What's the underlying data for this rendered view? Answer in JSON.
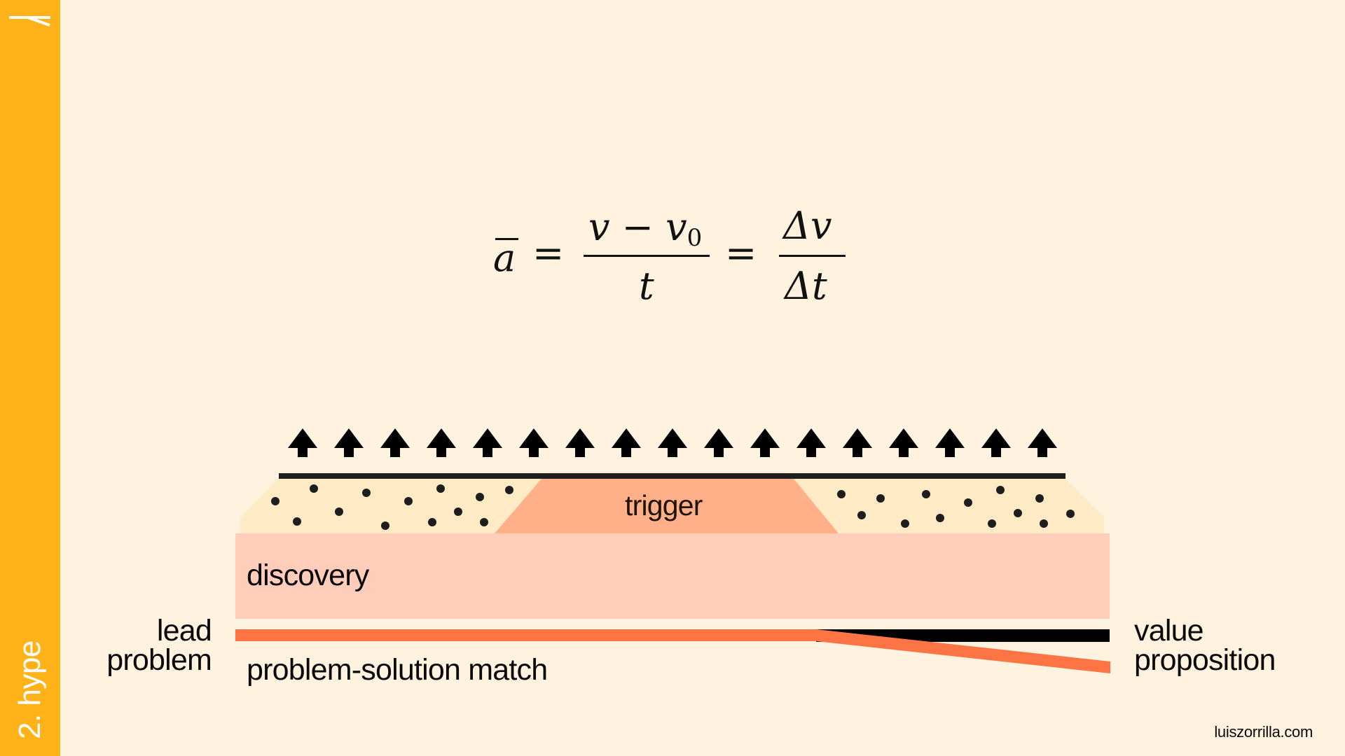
{
  "sidebar": {
    "logo_icon": "lambda-logo-icon",
    "section_label": "2. hype",
    "color": "#FFB319"
  },
  "formula": {
    "lhs": "a",
    "equals": "=",
    "numerator_1": "v − v",
    "numerator_1_subscript": "0",
    "denominator_1": "t",
    "numerator_2": "Δv",
    "denominator_2": "Δt",
    "latex": "\\bar{a} = \\frac{v - v_0}{t} = \\frac{\\Delta v}{\\Delta t}"
  },
  "diagram": {
    "arrow_count": 17,
    "arrow_icon": "up-arrow-icon",
    "trigger_label": "trigger",
    "discovery_label": "discovery",
    "match_label": "problem-solution match",
    "left_labels": [
      "lead",
      "problem"
    ],
    "right_labels": [
      "value",
      "proposition"
    ],
    "colors": {
      "background": "#FFF3DF",
      "particle_band": "#FFEAC6",
      "trigger": "#FFB088",
      "discovery": "#FFCDB9",
      "lead_line": "#FF7445",
      "value_line": "#000000",
      "ink": "#1E1E1E"
    }
  },
  "footer": {
    "site": "luiszorrilla.com"
  }
}
